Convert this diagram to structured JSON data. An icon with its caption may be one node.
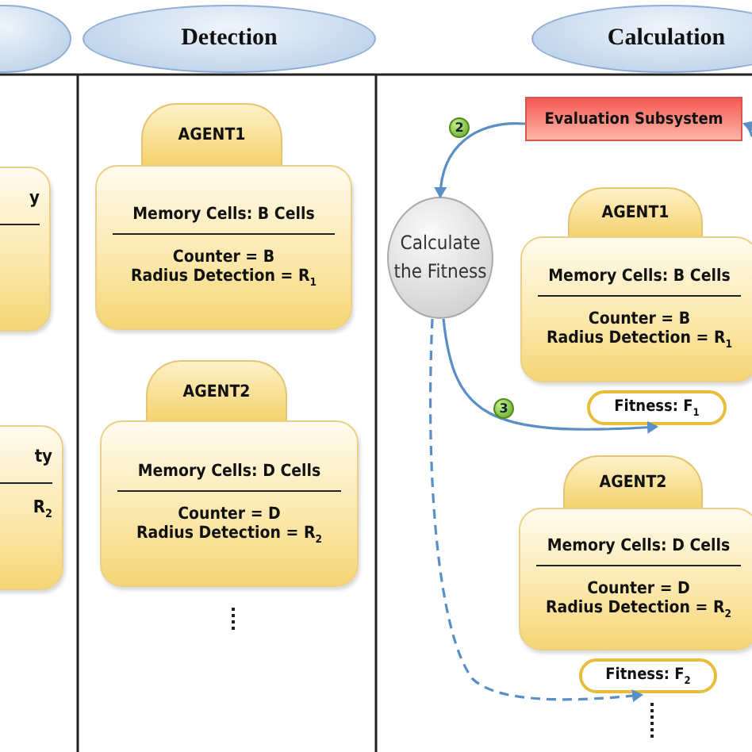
{
  "diagram": {
    "nodes": [
      {
        "text": [],
        "shape": "ellipse"
      },
      {
        "text": [
          "Detection"
        ]
      },
      {
        "text": [
          "Calculation"
        ]
      },
      {
        "text": [
          "y"
        ]
      },
      {
        "text": [
          "ty",
          "R$_{2}$"
        ]
      },
      {
        "text": [
          "AGENT1"
        ]
      },
      {
        "text": [
          "Memory Cells: B Cells",
          "Counter = B",
          "Radius Detection = R$_{1}$"
        ]
      },
      {
        "text": [
          "AGENT2"
        ]
      },
      {
        "text": [
          "Memory Cells: D Cells",
          "Counter = D",
          "Radius Detection = R$_{2}$"
        ]
      },
      {
        "text": [
          "Evaluation Subsystem"
        ]
      },
      {
        "text": [
          "Calculate the Fitness"
        ]
      },
      {
        "text": [
          "AGENT1"
        ]
      },
      {
        "text": [
          "Memory Cells: B Cells",
          "Counter = B",
          "Radius Detection = R$_{1}$"
        ]
      },
      {
        "text": [
          "Fitness: F$_{1}$"
        ]
      },
      {
        "text": [
          "AGENT2"
        ]
      },
      {
        "text": [
          "Memory Cells: D Cells",
          "Counter = D",
          "Radius Detection = R$_{2}$"
        ]
      },
      {
        "text": [
          "Fitness: F$_{2}$"
        ]
      }
    ],
    "edges": [
      {
        "from": null,
        "to": 9,
        "arrow": "to"
      },
      {
        "from": 9,
        "to": 10,
        "arrow": "to",
        "label": "2"
      },
      {
        "from": 10,
        "to": 13,
        "arrow": "to",
        "label": "3"
      },
      {
        "from": 10,
        "to": 16,
        "arrow": "to",
        "style": "dashed"
      }
    ]
  }
}
